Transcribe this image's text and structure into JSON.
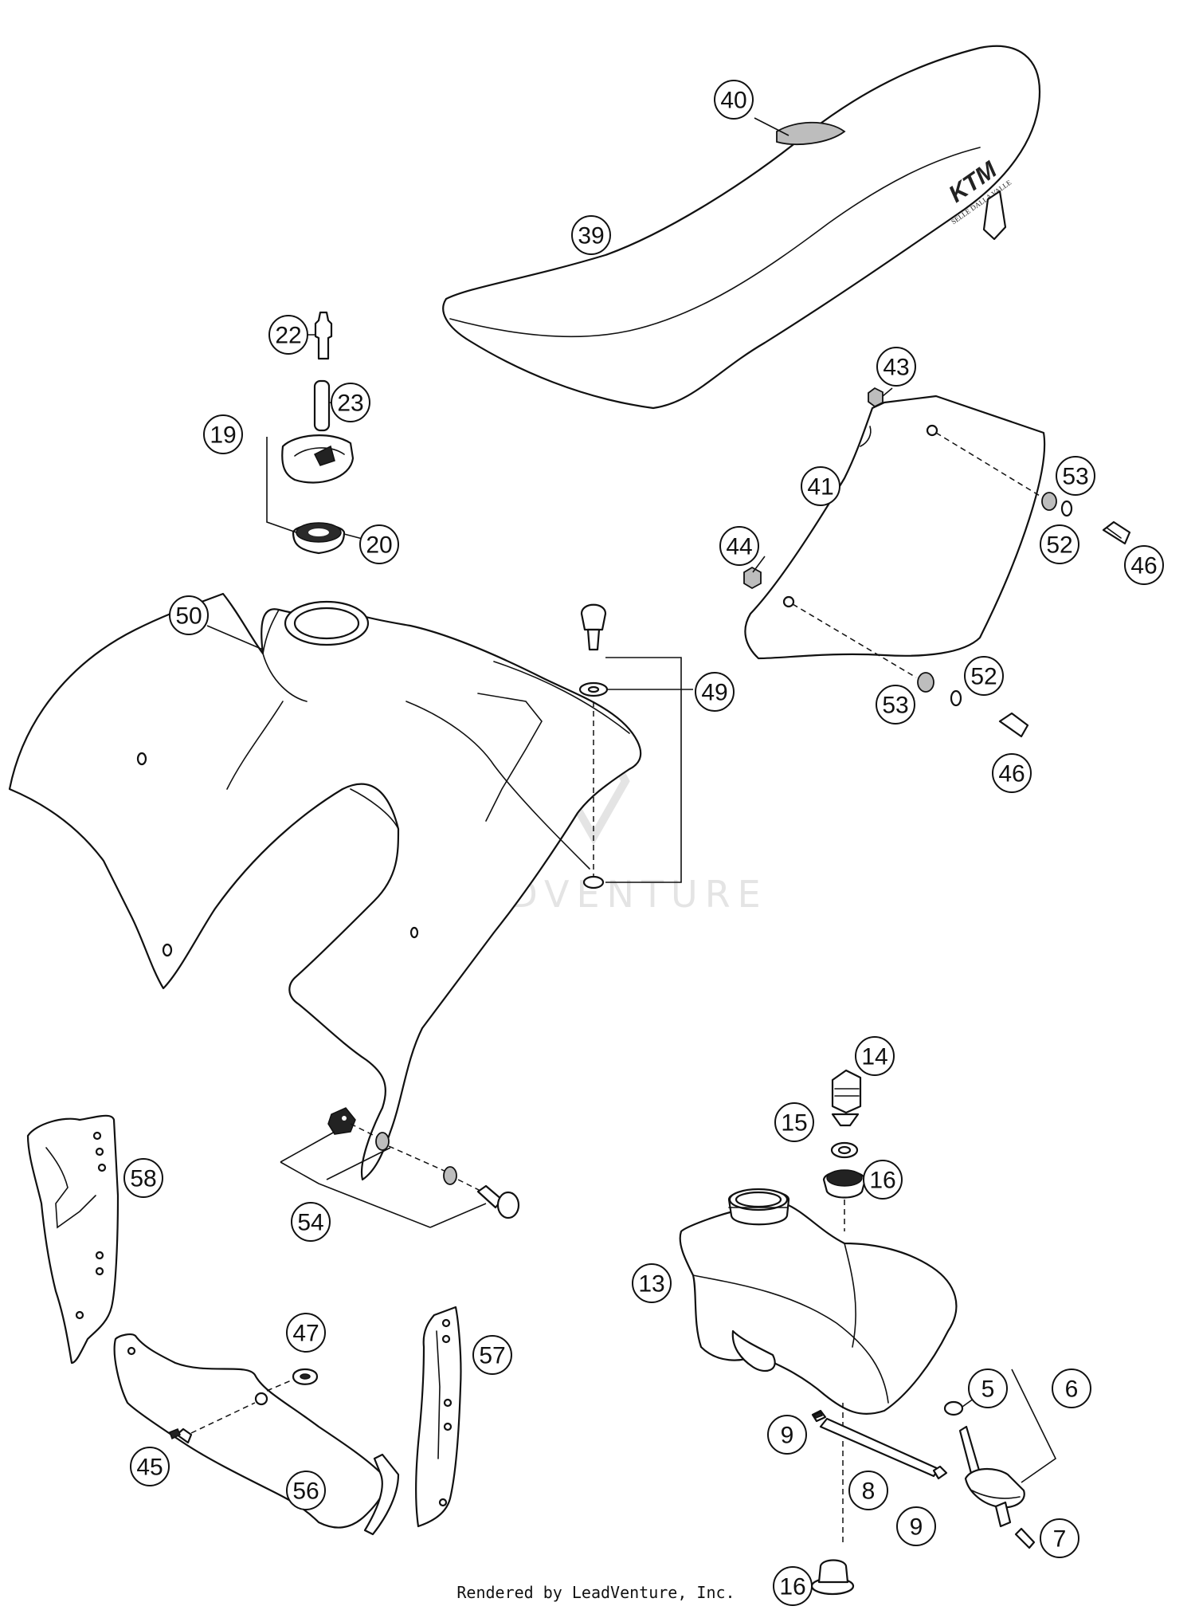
{
  "watermark": {
    "text": "LEADVENTURE"
  },
  "footer": {
    "text": "Rendered by LeadVenture, Inc."
  },
  "seat_logo": {
    "brand": "KTM",
    "tagline": "SELLE DALLA VALLE"
  },
  "callouts": [
    {
      "id": "39",
      "label": "39"
    },
    {
      "id": "40",
      "label": "40"
    },
    {
      "id": "22",
      "label": "22"
    },
    {
      "id": "23",
      "label": "23"
    },
    {
      "id": "19",
      "label": "19"
    },
    {
      "id": "20",
      "label": "20"
    },
    {
      "id": "43",
      "label": "43"
    },
    {
      "id": "41",
      "label": "41"
    },
    {
      "id": "53a",
      "label": "53"
    },
    {
      "id": "52a",
      "label": "52"
    },
    {
      "id": "46a",
      "label": "46"
    },
    {
      "id": "44",
      "label": "44"
    },
    {
      "id": "52b",
      "label": "52"
    },
    {
      "id": "53b",
      "label": "53"
    },
    {
      "id": "46b",
      "label": "46"
    },
    {
      "id": "50",
      "label": "50"
    },
    {
      "id": "49",
      "label": "49"
    },
    {
      "id": "14",
      "label": "14"
    },
    {
      "id": "15",
      "label": "15"
    },
    {
      "id": "16a",
      "label": "16"
    },
    {
      "id": "13",
      "label": "13"
    },
    {
      "id": "58",
      "label": "58"
    },
    {
      "id": "54",
      "label": "54"
    },
    {
      "id": "47",
      "label": "47"
    },
    {
      "id": "57",
      "label": "57"
    },
    {
      "id": "45",
      "label": "45"
    },
    {
      "id": "56",
      "label": "56"
    },
    {
      "id": "5",
      "label": "5"
    },
    {
      "id": "6",
      "label": "6"
    },
    {
      "id": "9a",
      "label": "9"
    },
    {
      "id": "8",
      "label": "8"
    },
    {
      "id": "9b",
      "label": "9"
    },
    {
      "id": "7",
      "label": "7"
    },
    {
      "id": "16b",
      "label": "16"
    }
  ]
}
